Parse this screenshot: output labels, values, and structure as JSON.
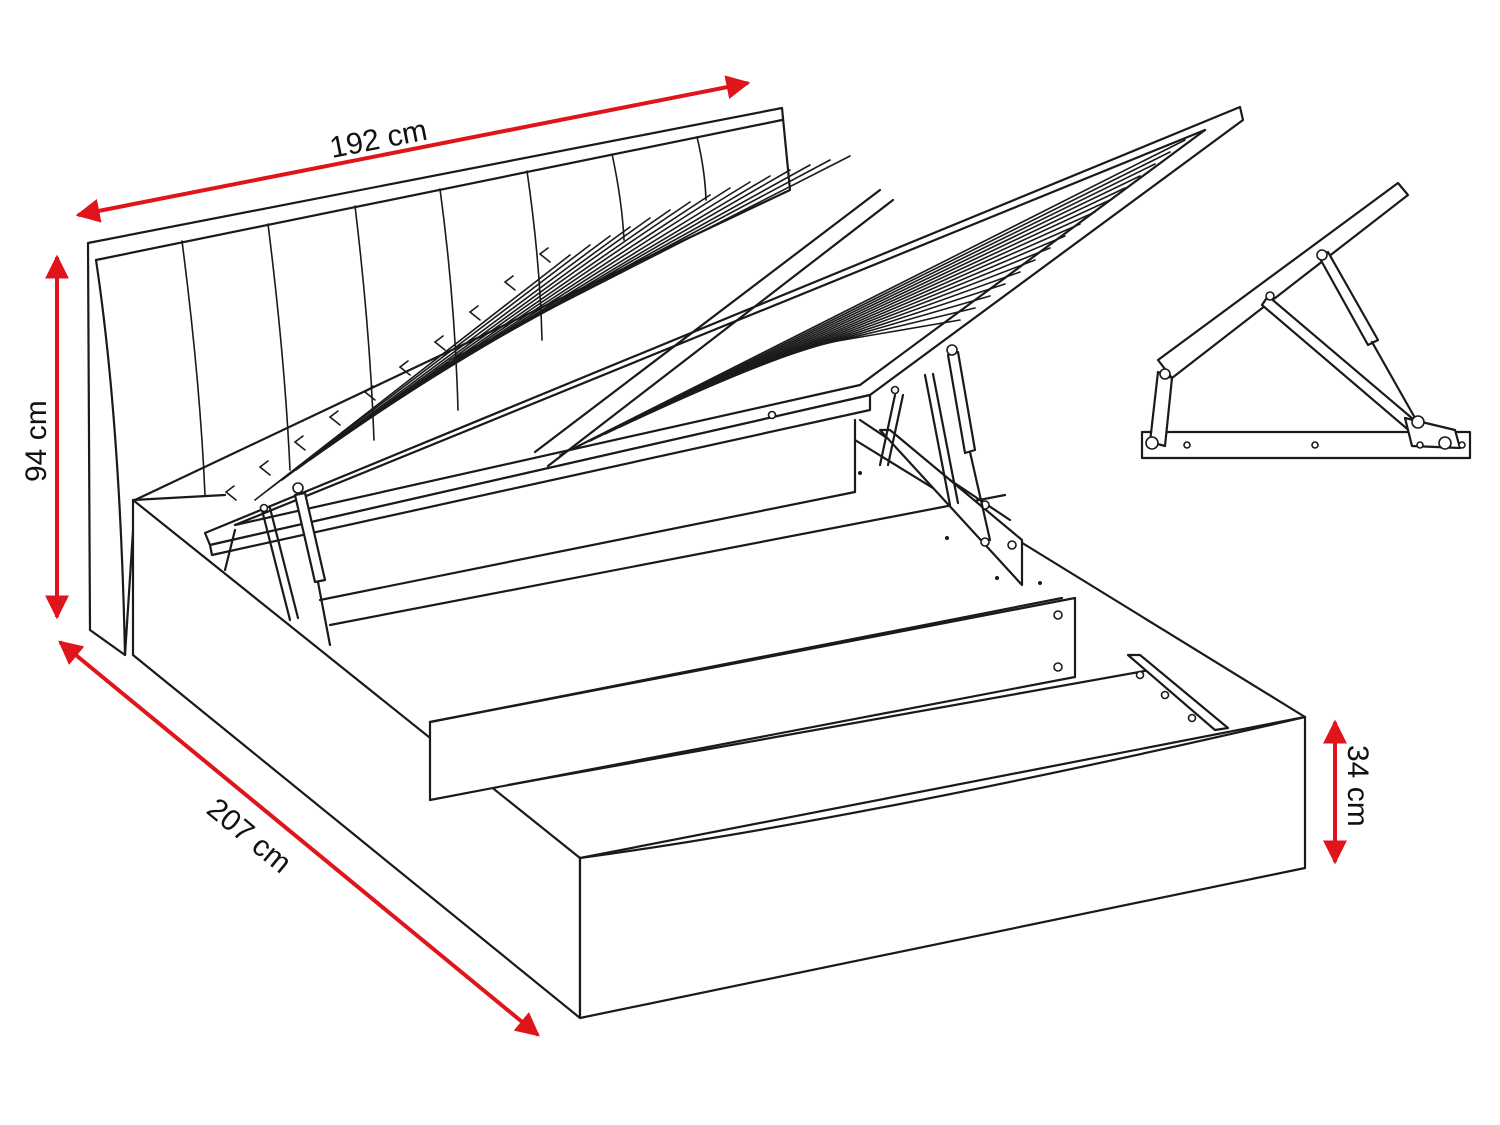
{
  "dimensions": {
    "width": {
      "label": "192 cm"
    },
    "headboard_height": {
      "label": "94 cm"
    },
    "length": {
      "label": "207 cm"
    },
    "frame_height": {
      "label": "34 cm"
    }
  },
  "colors": {
    "dimension_arrow": "#e0141b",
    "line": "#1a1a1a",
    "background": "#ffffff"
  },
  "figures": {
    "main": "bed-with-lifted-slatted-base",
    "detail": "lift-mechanism-detail"
  }
}
